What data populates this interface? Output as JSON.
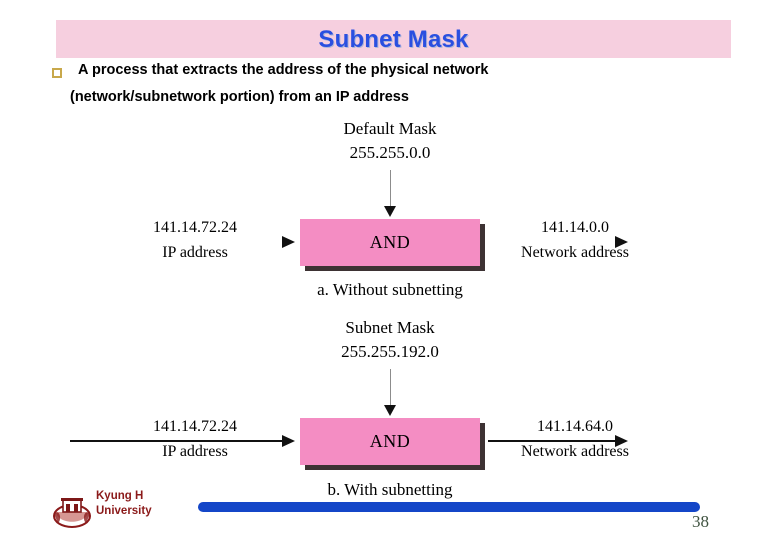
{
  "slide": {
    "title": "Subnet Mask",
    "title_color": "#2a4fe0",
    "banner_color": "#f6cfdf",
    "bullet": {
      "marker": "hollow-square-bullet",
      "marker_color": "#c8a84b",
      "line_1": "A process that extracts the address of the physical network",
      "line_2": "(network/subnetwork portion) from an IP address"
    }
  },
  "figure": {
    "and_box_color": "#f48dc3",
    "panel_a": {
      "mask_title": "Default Mask",
      "mask_value": "255.255.0.0",
      "input_value": "141.14.72.24",
      "input_label": "IP address",
      "operation": "AND",
      "output_value": "141.14.0.0",
      "output_label": "Network address",
      "caption": "a. Without subnetting"
    },
    "panel_b": {
      "mask_title": "Subnet Mask",
      "mask_value": "255.255.192.0",
      "input_value": "141.14.72.24",
      "input_label": "IP address",
      "operation": "AND",
      "output_value": "141.14.64.0",
      "output_label": "Network address",
      "caption": "b. With subnetting"
    }
  },
  "footer": {
    "logo": "kyung-hee-university-crest",
    "university_line_1": "Kyung H",
    "university_line_2": "University",
    "university_color": "#8b1a1a",
    "bar_color": "#1446c8",
    "page_number": "38"
  }
}
